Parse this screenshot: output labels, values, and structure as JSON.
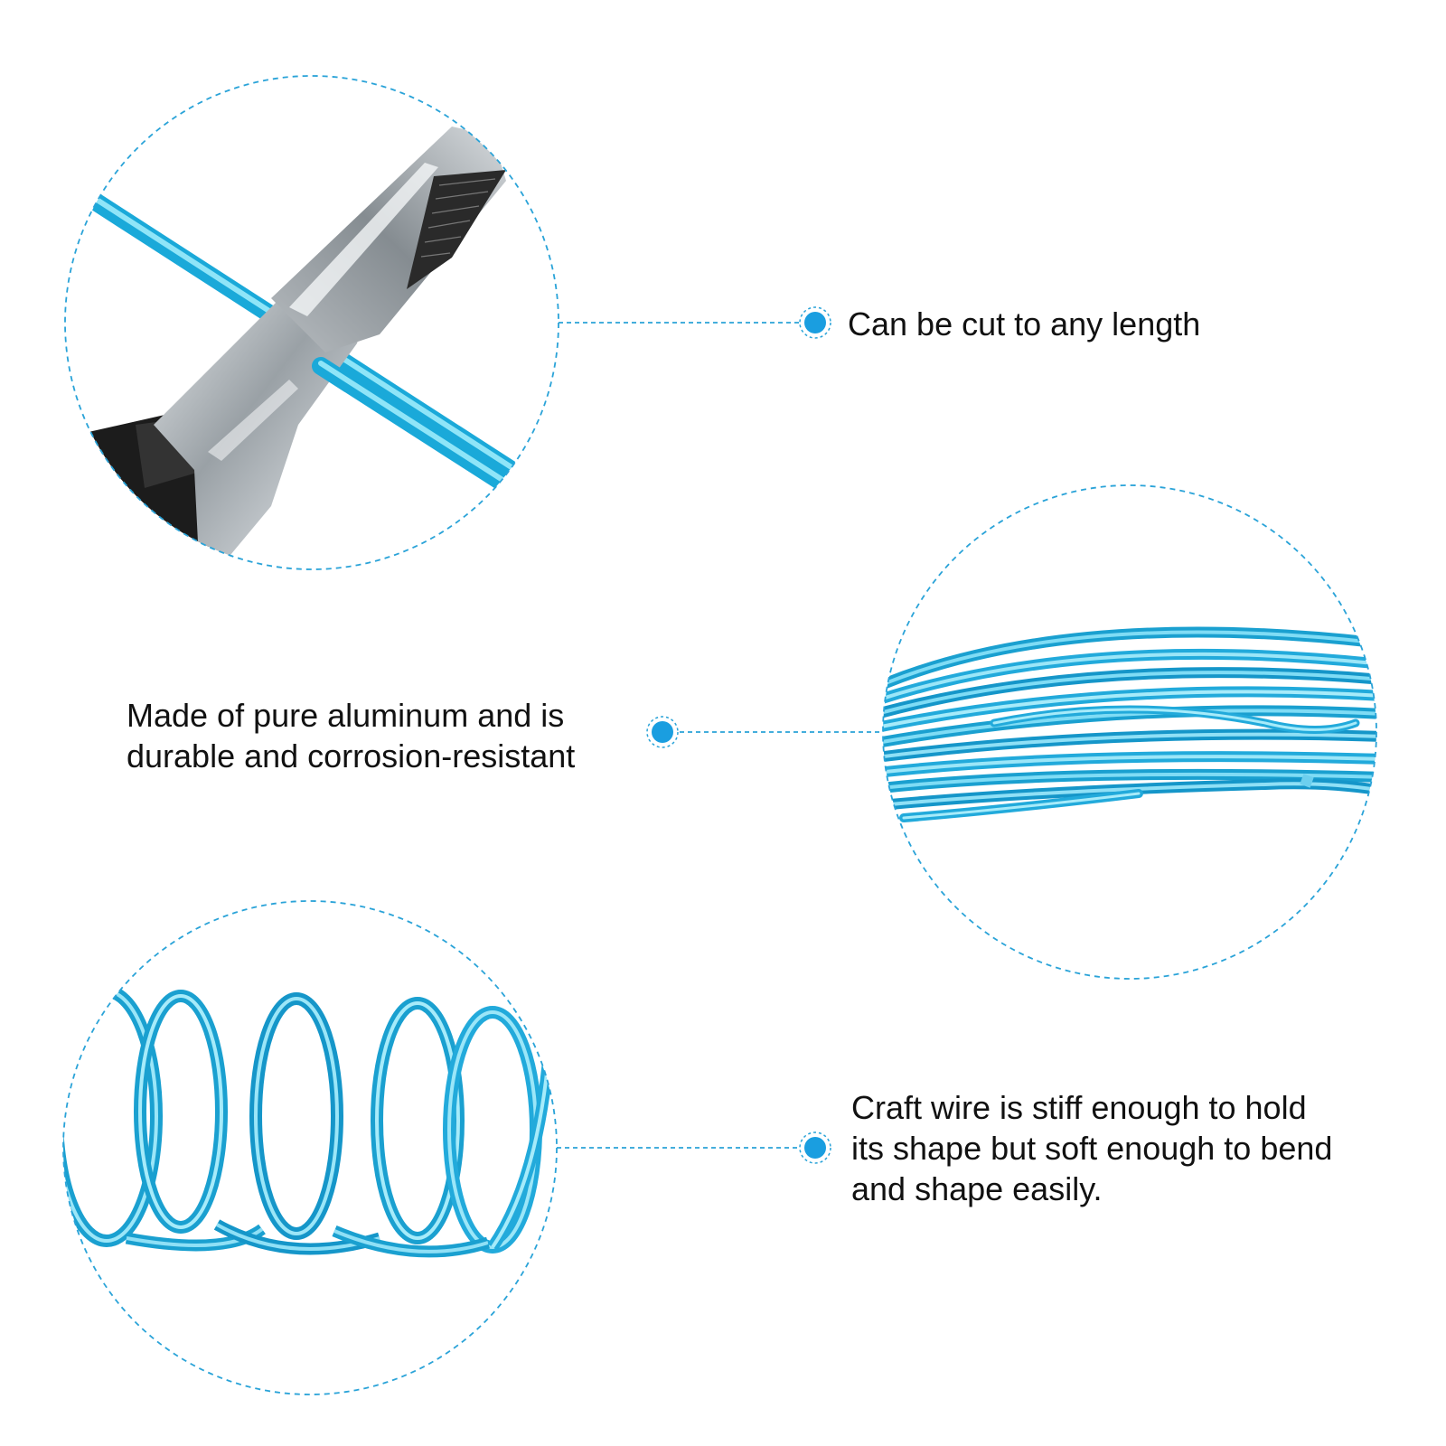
{
  "colors": {
    "accent": "#1a9ee0",
    "wire_light": "#8fe0f6",
    "wire_mid": "#3cc2ea",
    "wire_dark": "#1596c9",
    "text": "#111111",
    "background": "#ffffff"
  },
  "features": [
    {
      "icon": "bullet-dot-icon",
      "lines": [
        "Can be cut to any length"
      ]
    },
    {
      "icon": "bullet-dot-icon",
      "lines": [
        "Made of pure aluminum and is",
        "durable and corrosion-resistant"
      ]
    },
    {
      "icon": "bullet-dot-icon",
      "lines": [
        "Craft wire is stiff enough to hold",
        "its shape but soft enough to bend",
        "and shape easily."
      ]
    }
  ]
}
